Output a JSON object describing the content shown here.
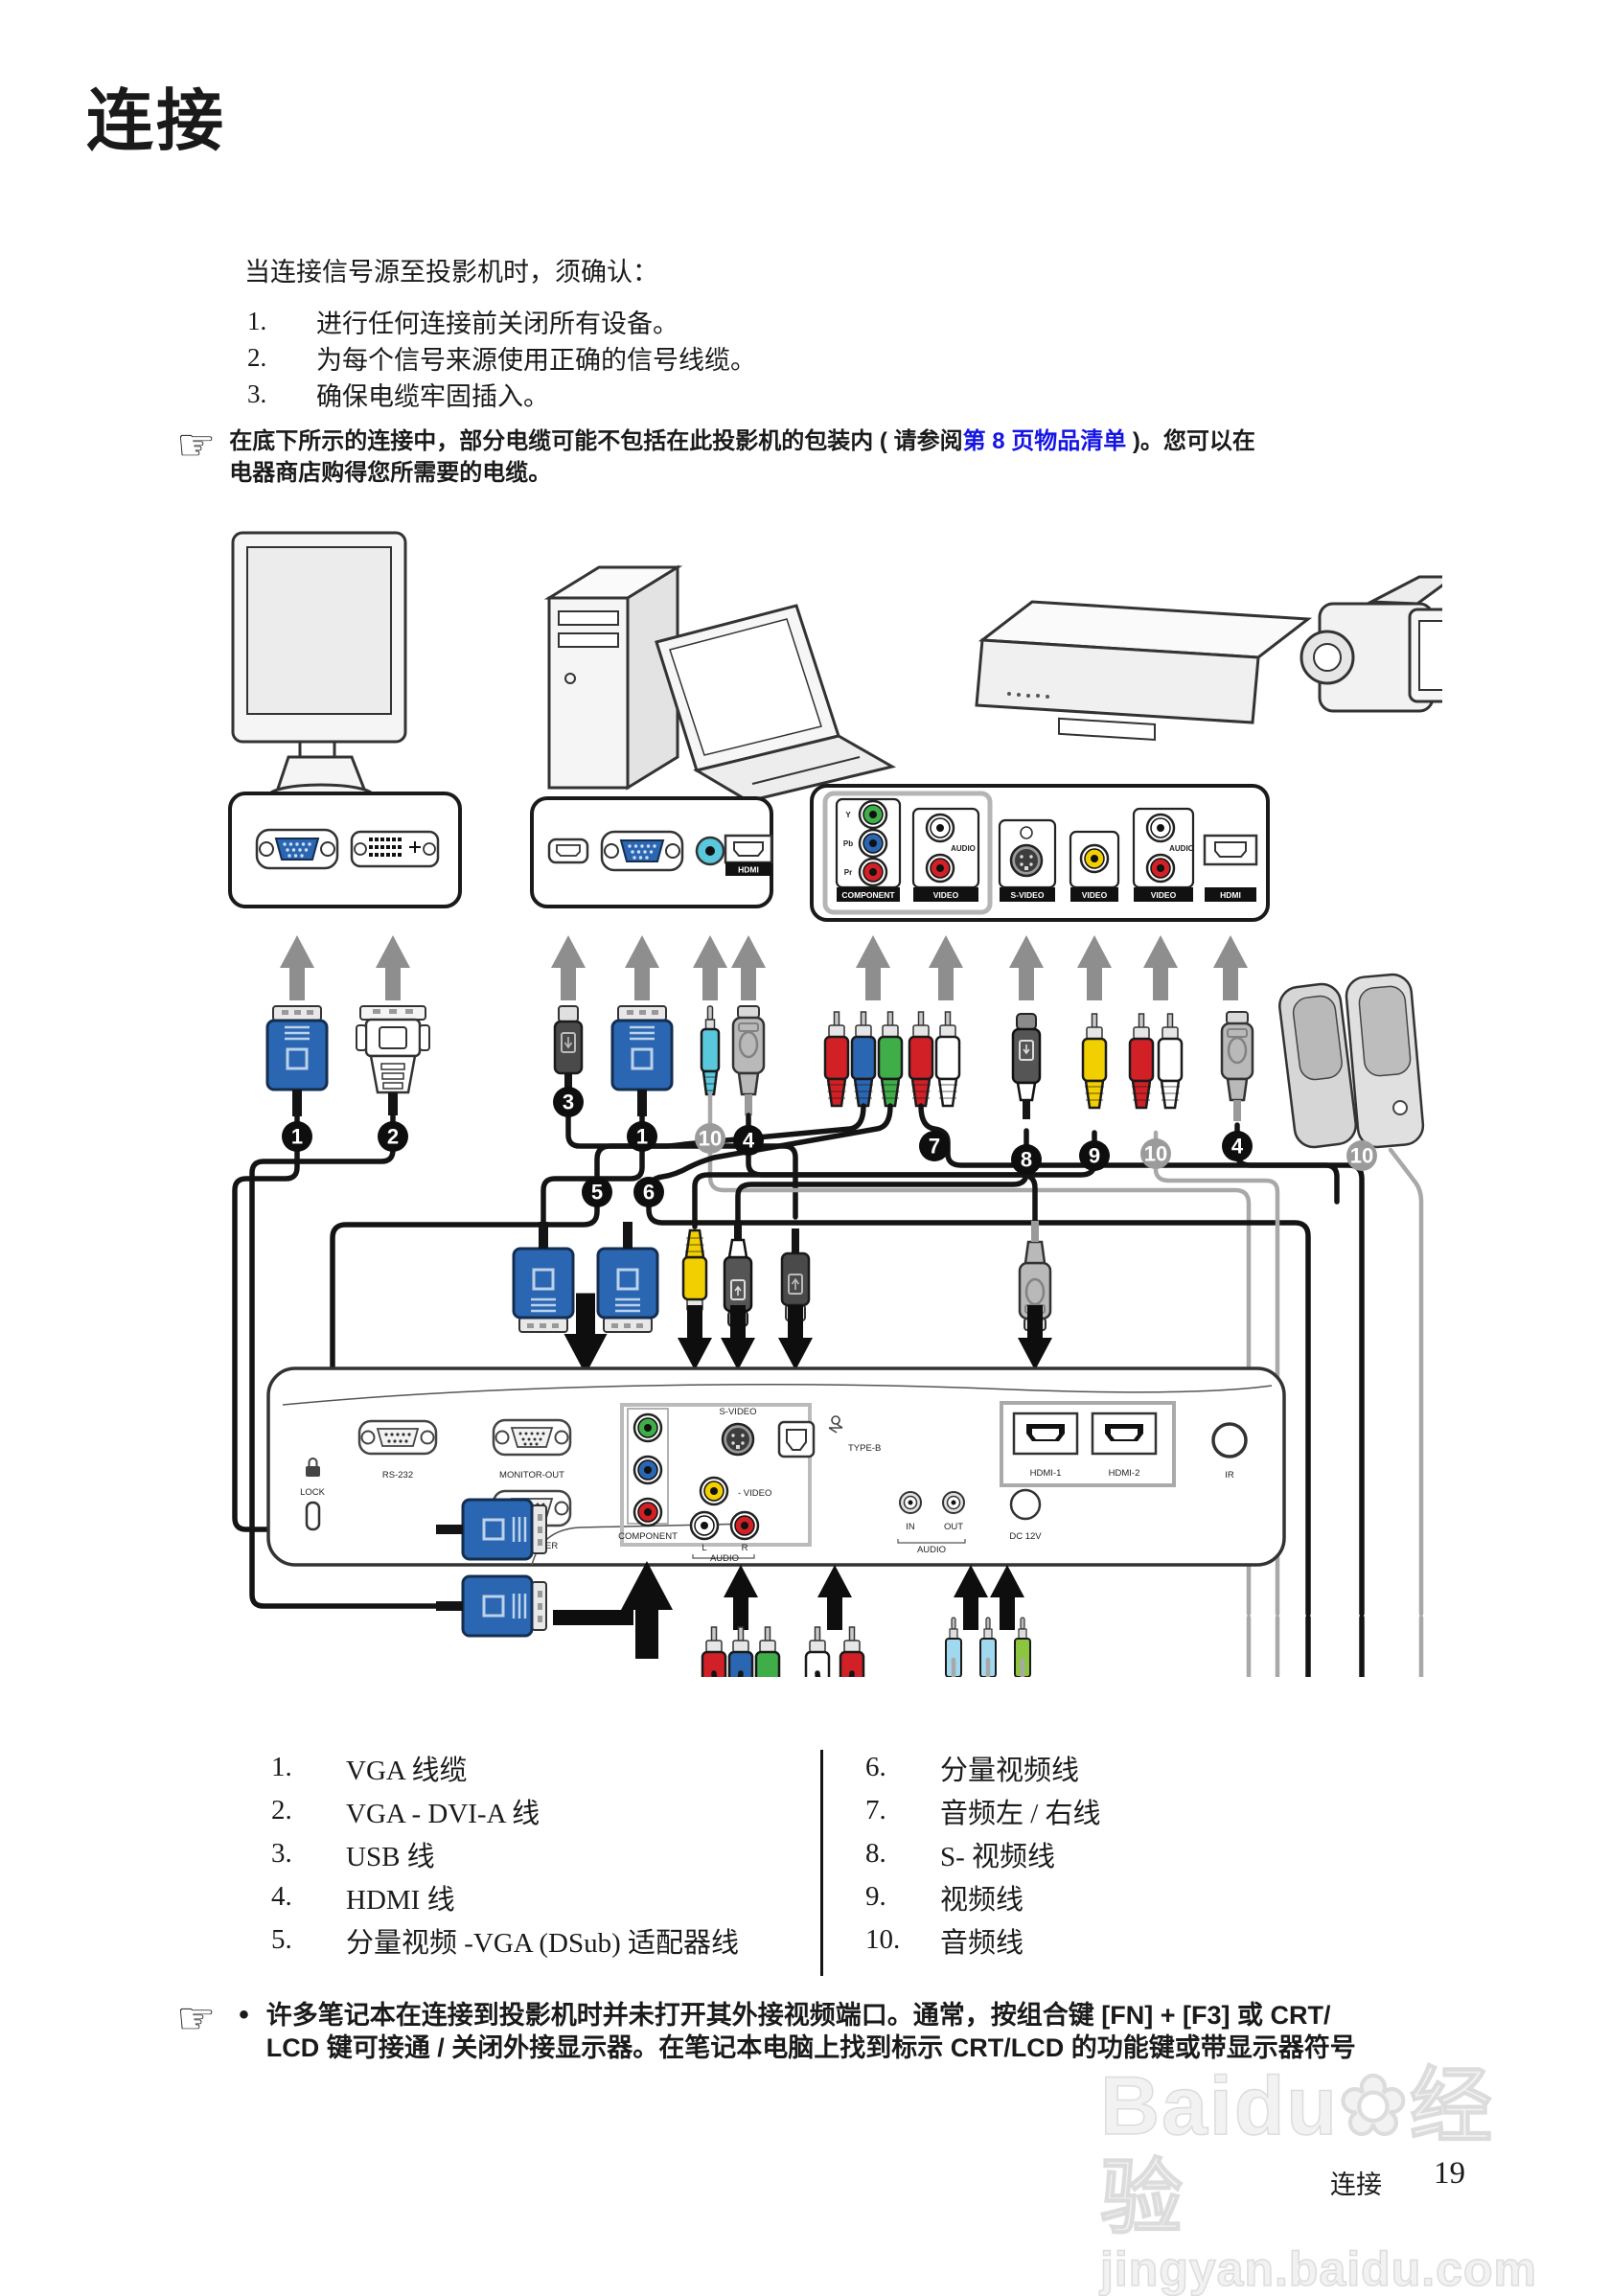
{
  "page": {
    "title": "连接",
    "intro": "当连接信号源至投影机时，须确认：",
    "steps": [
      {
        "num": "1.",
        "text": "进行任何连接前关闭所有设备。"
      },
      {
        "num": "2.",
        "text": "为每个信号来源使用正确的信号线缆。"
      },
      {
        "num": "3.",
        "text": "确保电缆牢固插入。"
      }
    ],
    "note1": {
      "icon": "☞",
      "line1_pre": "在底下所示的连接中，部分电缆可能不包括在此投影机的包装内 ( 请参阅",
      "line1_link": "第 8 页物品清单",
      "line1_post": " )。您可以在",
      "line2": "电器商店购得您所需要的电缆。"
    },
    "note2": {
      "icon": "☞",
      "bullet": "•",
      "line1": "许多笔记本在连接到投影机时并未打开其外接视频端口。通常，按组合键 [FN] + [F3] 或 CRT/",
      "line2": "LCD 键可接通 / 关闭外接显示器。在笔记本电脑上找到标示 CRT/LCD 的功能键或带显示器符号"
    },
    "footer": {
      "section": "连接",
      "page_number": "19"
    },
    "watermark": {
      "brand": "Baidu",
      "suffix": "经验",
      "url": "jingyan.baidu.com"
    }
  },
  "legend": {
    "left": [
      {
        "num": "1.",
        "label": "VGA 线缆"
      },
      {
        "num": "2.",
        "label": "VGA - DVI-A 线"
      },
      {
        "num": "3.",
        "label": "USB 线"
      },
      {
        "num": "4.",
        "label": "HDMI 线"
      },
      {
        "num": "5.",
        "label": "分量视频 -VGA (DSub) 适配器线"
      }
    ],
    "right": [
      {
        "num": "6.",
        "label": "分量视频线"
      },
      {
        "num": "7.",
        "label": "音频左 / 右线"
      },
      {
        "num": "8.",
        "label": "S- 视频线"
      },
      {
        "num": "9.",
        "label": "视频线"
      },
      {
        "num": "10.",
        "label": "音频线"
      }
    ]
  },
  "diagram": {
    "colors": {
      "vga_blue": "#2b66b3",
      "audio_cyan": "#5ac8dc",
      "component_green": "#3fae49",
      "component_blue": "#2b66b3",
      "component_red": "#d22027",
      "video_yellow": "#f2cf00",
      "link_blue": "#1414e6"
    },
    "badges": {
      "vga_a": "1",
      "dvi": "2",
      "usb": "3",
      "vga_b": "1",
      "audio_jack": "10",
      "hdmi_a": "4",
      "adapter": "5",
      "component": "6",
      "audio_lr": "7",
      "svideo": "8",
      "video": "9",
      "audio_rca": "10",
      "hdmi_b": "4",
      "speaker": "10"
    },
    "source_panel": {
      "y": "Y",
      "pb": "Pb",
      "pr": "Pr",
      "component": "COMPONENT",
      "audio1": "AUDIO",
      "video1": "VIDEO",
      "svideo": "S-VIDEO",
      "video2": "VIDEO",
      "audio2": "AUDIO",
      "video3": "VIDEO",
      "hdmi": "HDMI"
    },
    "pc_panel": {
      "hdmi": "HDMI"
    },
    "projector": {
      "lock": "LOCK",
      "rs232": "RS-232",
      "monitor_out": "MONITOR-OUT",
      "computer": "COMPUTER",
      "component": "COMPONENT",
      "svideo": "S-VIDEO",
      "video": "- VIDEO",
      "l": "L",
      "r": "R",
      "audio_lr": "AUDIO",
      "typeb": "TYPE-B",
      "in": "IN",
      "out": "OUT",
      "audio_io": "AUDIO",
      "dc12v": "DC 12V",
      "hdmi1": "HDMI-1",
      "hdmi2": "HDMI-2",
      "ir": "IR"
    }
  }
}
